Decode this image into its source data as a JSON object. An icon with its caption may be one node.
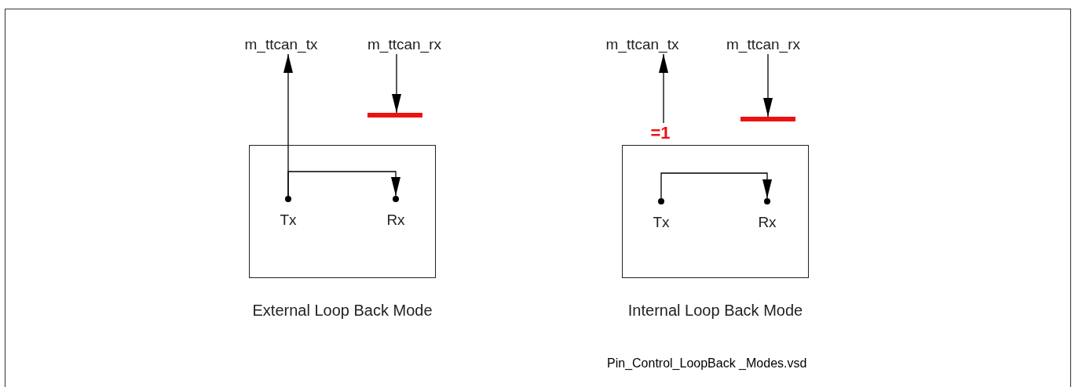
{
  "diagram": {
    "nodes": [
      {
        "text": [],
        "shape": "box",
        "beside": [
          "External Loop Back Mode"
        ]
      },
      {
        "text": [
          "Tx"
        ],
        "in": 0
      },
      {
        "text": [
          "Rx"
        ],
        "in": 0
      },
      {
        "text": [
          "m_ttcan_tx"
        ]
      },
      {
        "text": [
          "m_ttcan_rx"
        ]
      },
      {
        "text": [],
        "shape": "bar"
      },
      {
        "text": [],
        "shape": "box",
        "beside": [
          "Internal Loop Back Mode"
        ]
      },
      {
        "text": [
          "Tx"
        ],
        "in": 6
      },
      {
        "text": [
          "Rx"
        ],
        "in": 6
      },
      {
        "text": [
          "m_ttcan_tx"
        ]
      },
      {
        "text": [
          "m_ttcan_rx"
        ]
      },
      {
        "text": [],
        "shape": "bar"
      },
      {
        "text": [
          "=1"
        ]
      }
    ],
    "edges": [
      {
        "from": 1,
        "to": 3,
        "arrow": "to"
      },
      {
        "from": 1,
        "to": 2,
        "arrow": "to"
      },
      {
        "from": 4,
        "to": 5,
        "arrow": "to"
      },
      {
        "from": 12,
        "to": 9,
        "arrow": "to"
      },
      {
        "from": 7,
        "to": 8,
        "arrow": "to"
      },
      {
        "from": 10,
        "to": 11,
        "arrow": "to"
      }
    ],
    "labels": [
      "Pin_Control_LoopBack _Modes.vsd"
    ]
  }
}
